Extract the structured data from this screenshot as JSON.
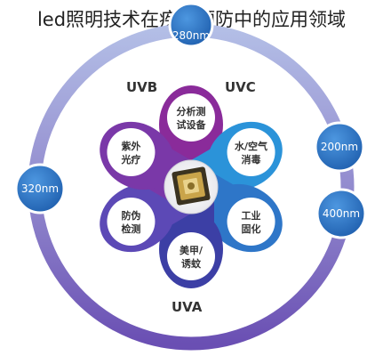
{
  "title": "led照明技术在疾病预防中的应用领域",
  "center_icon": "led-chip-icon",
  "badges": {
    "top": "280nm",
    "right_top": "200nm",
    "right_bottom": "400nm",
    "left": "320nm"
  },
  "arc_labels": {
    "uvb": "UVB",
    "uvc": "UVC",
    "uva": "UVA"
  },
  "petals": [
    {
      "id": "top",
      "line1": "分析测",
      "line2": "试设备",
      "color": "#8a2b9a"
    },
    {
      "id": "upper-right",
      "line1": "水/空气",
      "line2": "消毒",
      "color": "#2b93d9"
    },
    {
      "id": "lower-right",
      "line1": "工业",
      "line2": "固化",
      "color": "#2e76c8"
    },
    {
      "id": "bottom",
      "line1": "美甲/",
      "line2": "诱蚊",
      "color": "#3c3fa5"
    },
    {
      "id": "lower-left",
      "line1": "防伪",
      "line2": "检测",
      "color": "#5c49b6"
    },
    {
      "id": "upper-left",
      "line1": "紫外",
      "line2": "光疗",
      "color": "#7a38a8"
    }
  ],
  "colors": {
    "ring_top": "#9aa8d8",
    "ring_bottom": "#6c55b6",
    "badge": "#2f78c6"
  }
}
